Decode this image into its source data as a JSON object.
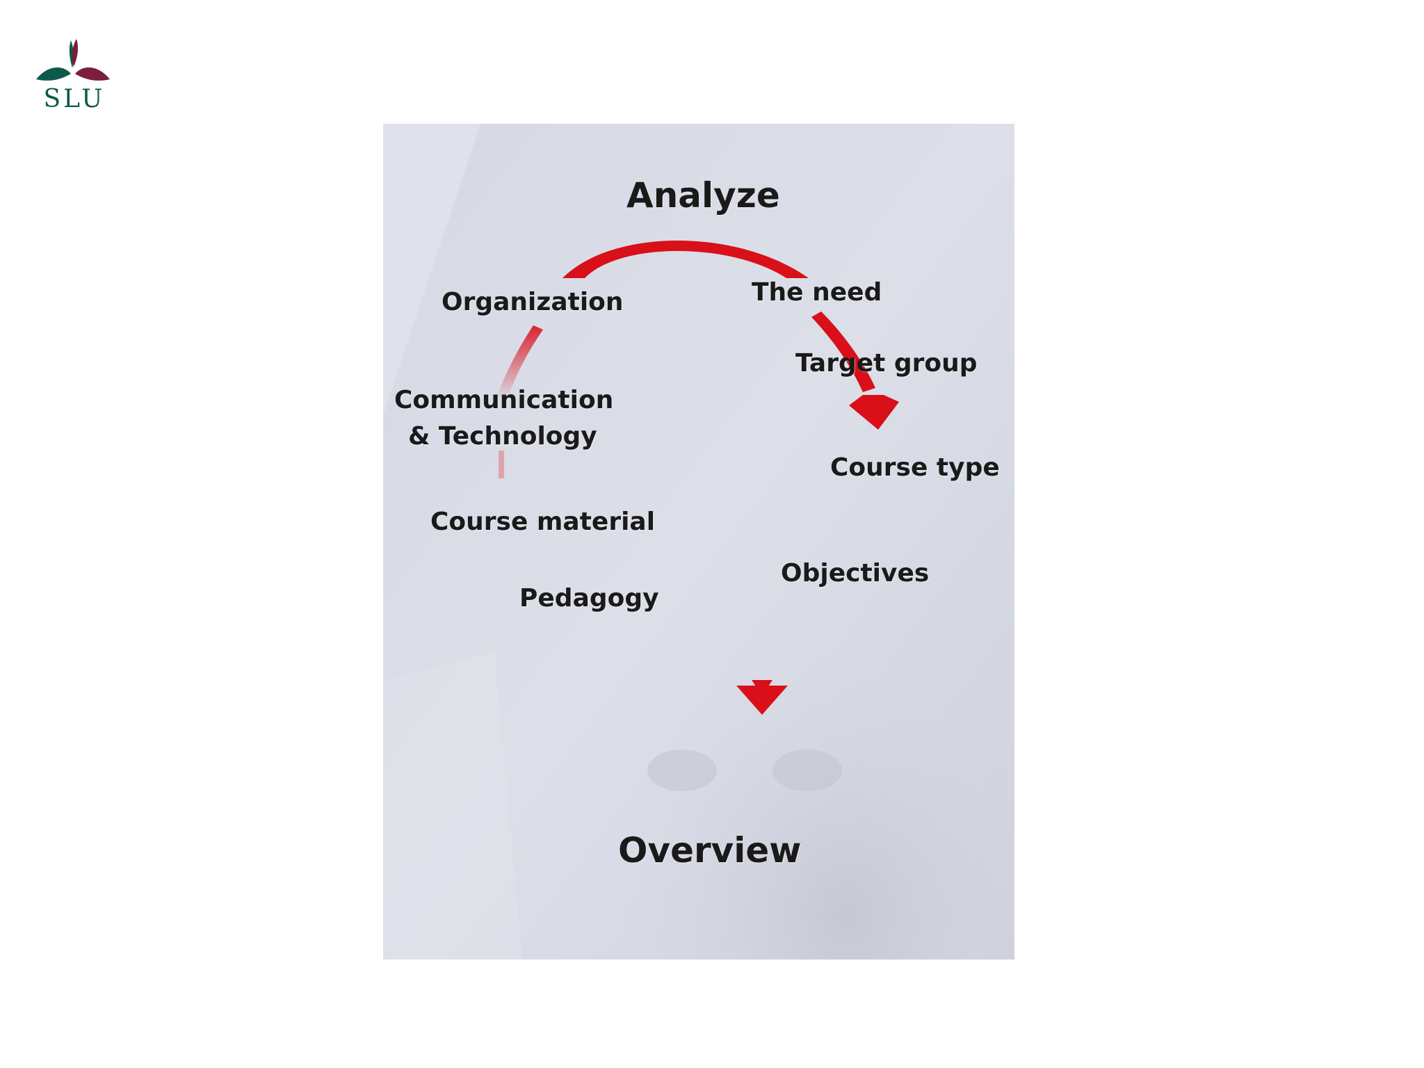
{
  "logo": {
    "text": "SLU",
    "colors": {
      "green": "#0d5a4a",
      "maroon": "#7a1f3d"
    }
  },
  "diagram": {
    "accent_color": "#d90f1a",
    "title": "Analyze",
    "labels": {
      "organization": "Organization",
      "the_need": "The need",
      "target_group": "Target group",
      "comm_line1": "Communication",
      "comm_line2": "& Technology",
      "course_type": "Course type",
      "course_material": "Course material",
      "objectives": "Objectives",
      "pedagogy": "Pedagogy"
    },
    "footer": "Overview"
  }
}
